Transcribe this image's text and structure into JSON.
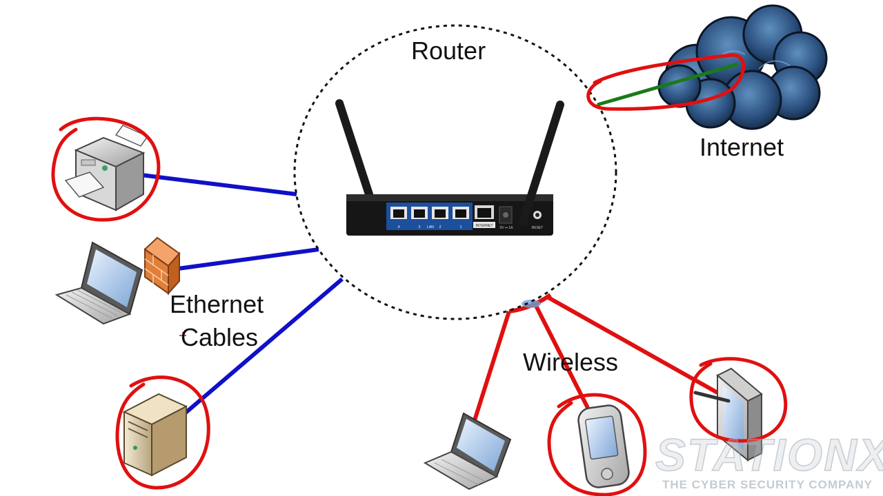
{
  "labels": {
    "router": "Router",
    "internet": "Internet",
    "ethernet": "Ethernet",
    "cables": "Cables",
    "wireless": "Wireless"
  },
  "router_ports": {
    "lan_4": "4",
    "lan_3": "3",
    "lan": "LAN",
    "lan_2": "2",
    "lan_1": "1",
    "internet": "INTERNET",
    "power": "5V ⎓ 1A",
    "reset": "RESET"
  },
  "watermark": {
    "brand": "STATIONX",
    "tagline": "THE CYBER SECURITY COMPANY"
  },
  "colors": {
    "ethernet_cable": "#1010c8",
    "wireless_link": "#e01010",
    "internet_link": "#1a7a1a",
    "annotation": "#e01010",
    "cloud": "#1f3f66",
    "router_ports_panel": "#1c4f9c"
  },
  "icons": {
    "printer": "printer-icon",
    "laptop_firewall": "laptop-icon",
    "firewall": "firewall-icon",
    "server": "server-icon",
    "wireless_laptop": "laptop-icon",
    "pda": "pda-icon",
    "tablet": "tablet-icon",
    "cloud": "cloud-icon",
    "router": "router-icon"
  }
}
